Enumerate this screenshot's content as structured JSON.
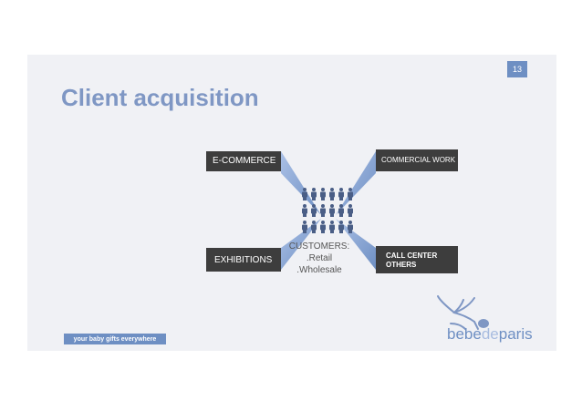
{
  "slide": {
    "page_number": "13",
    "title": "Client acquisition",
    "tagline": "your baby gifts everywhere"
  },
  "diagram": {
    "nodes": {
      "ecommerce": "E-COMMERCE",
      "commercial": "COMMERCIAL WORK",
      "exhibitions": "EXHIBITIONS",
      "callcenter_line1": "CALL CENTER",
      "callcenter_line2": "OTHERS"
    },
    "center": {
      "heading": "CUSTOMERS:",
      "line1": ".Retail",
      "line2": ".Wholesale"
    },
    "people_icon_rows": 3,
    "people_icons_per_row": 6
  },
  "logo": {
    "part1": "bebe",
    "part2": "de",
    "part3": "paris"
  },
  "colors": {
    "accent": "#6e8fc3",
    "title": "#7f97c4",
    "box": "#3d3d3d",
    "connector": "#8ca6d6",
    "slide_bg": "#f0f1f5"
  }
}
